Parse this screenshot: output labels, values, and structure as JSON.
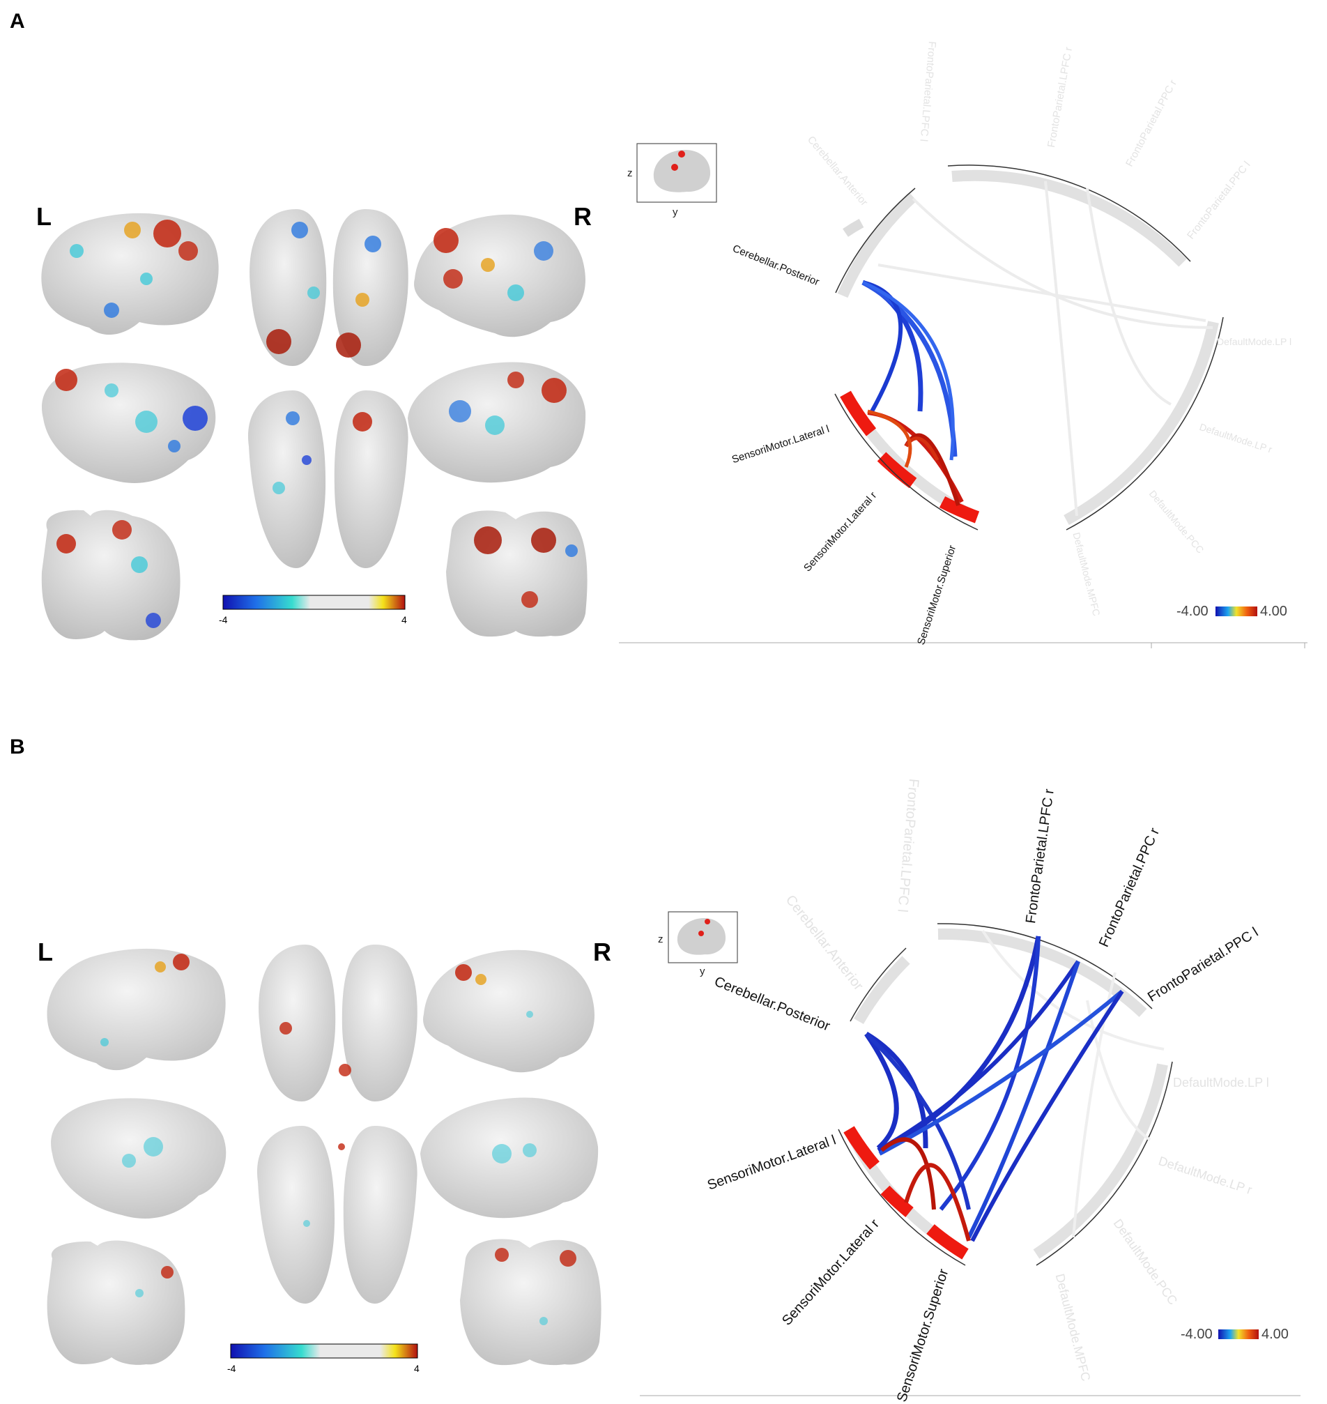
{
  "panels": [
    {
      "letter": "A",
      "left_label": "L",
      "right_label": "R",
      "brain_colorbar": {
        "min_label": "-4",
        "max_label": "4"
      },
      "inset": {
        "z_label": "z",
        "y_label": "y"
      },
      "conn_colorbar": {
        "min_label": "-4.00",
        "max_label": "4.00"
      },
      "roi_labels": {
        "cereb_ant": "Cerebellar.Anterior",
        "cereb_post": "Cerebellar.Posterior",
        "fp_lpfc_l": "FrontoParietal.LPFC l",
        "fp_lpfc_r": "FrontoParietal.LPFC r",
        "fp_ppc_r": "FrontoParietal.PPC r",
        "fp_ppc_l": "FrontoParietal.PPC l",
        "dm_lp_l": "DefaultMode.LP l",
        "dm_lp_r": "DefaultMode.LP r",
        "dm_pcc": "DefaultMode.PCC",
        "dm_mpfc": "DefaultMode.MPFC",
        "sm_lat_l": "SensoriMotor.Lateral l",
        "sm_lat_r": "SensoriMotor.Lateral r",
        "sm_sup": "SensoriMotor.Superior"
      }
    },
    {
      "letter": "B",
      "left_label": "L",
      "right_label": "R",
      "brain_colorbar": {
        "min_label": "-4",
        "max_label": "4"
      },
      "inset": {
        "z_label": "z",
        "y_label": "y"
      },
      "conn_colorbar": {
        "min_label": "-4.00",
        "max_label": "4.00"
      },
      "roi_labels": {
        "cereb_ant": "Cerebellar.Anterior",
        "cereb_post": "Cerebellar.Posterior",
        "fp_lpfc_l": "FrontoParietal.LPFC l",
        "fp_lpfc_r": "FrontoParietal.LPFC r",
        "fp_ppc_r": "FrontoParietal.PPC r",
        "fp_ppc_l": "FrontoParietal.PPC l",
        "dm_lp_l": "DefaultMode.LP l",
        "dm_lp_r": "DefaultMode.LP r",
        "dm_pcc": "DefaultMode.PCC",
        "dm_mpfc": "DefaultMode.MPFC",
        "sm_lat_l": "SensoriMotor.Lateral l",
        "sm_lat_r": "SensoriMotor.Lateral r",
        "sm_sup": "SensoriMotor.Superior"
      }
    }
  ],
  "colors": {
    "brain_surface": "#d9d9d9",
    "negative": "#1f3fd6",
    "positive": "#d42010",
    "ring_gray": "#dcdcdc",
    "ring_red": "#ee1a10"
  }
}
